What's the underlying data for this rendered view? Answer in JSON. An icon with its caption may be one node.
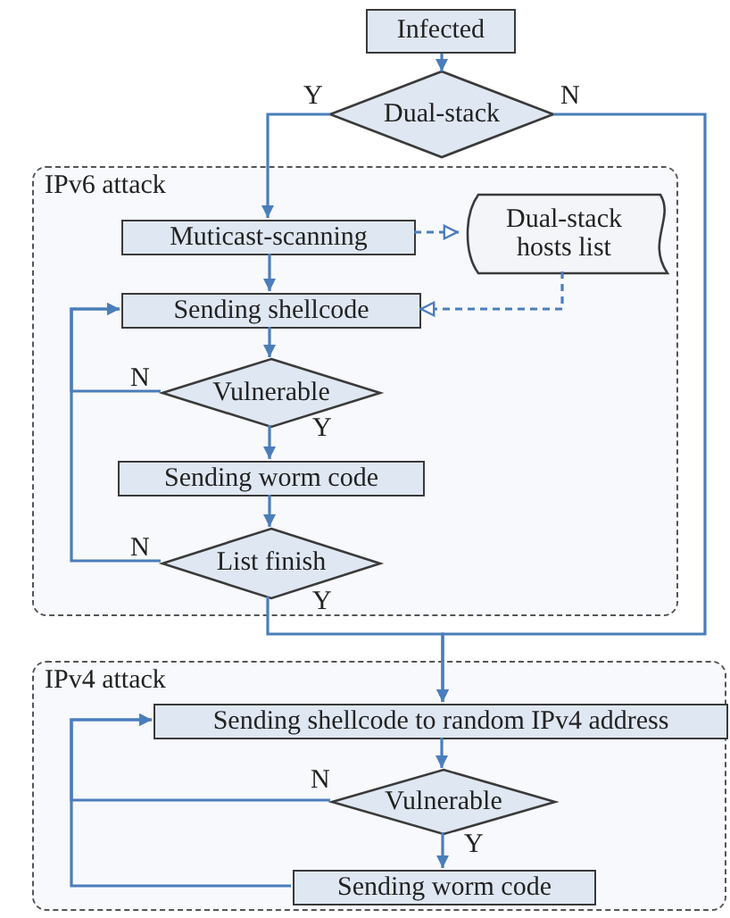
{
  "diagram": {
    "nodes": [
      {
        "text": [
          "Infected"
        ]
      },
      {
        "text": [
          "Dual-stack"
        ]
      },
      {
        "text": [
          "IPv6 attack"
        ]
      },
      {
        "text": [
          "Muticast-scanning"
        ],
        "in": 2
      },
      {
        "text": [
          "Dual-stack hosts list"
        ],
        "in": 2
      },
      {
        "text": [
          "Sending shellcode"
        ],
        "in": 2
      },
      {
        "text": [
          "Vulnerable"
        ],
        "in": 2
      },
      {
        "text": [
          "Sending worm code"
        ],
        "in": 2
      },
      {
        "text": [
          "List finish"
        ],
        "in": 2
      },
      {
        "text": [
          "IPv4 attack"
        ]
      },
      {
        "text": [
          "Sending shellcode to random IPv4 address"
        ],
        "in": 9
      },
      {
        "text": [
          "Vulnerable"
        ],
        "in": 9
      },
      {
        "text": [
          "Sending worm code"
        ],
        "in": 9
      }
    ],
    "edges": [
      {
        "from": 0,
        "to": 1,
        "arrow": "to"
      },
      {
        "from": 1,
        "to": 3,
        "arrow": "to",
        "label": "Y"
      },
      {
        "from": 1,
        "to": 10,
        "arrow": "to",
        "label": "N"
      },
      {
        "from": 3,
        "to": 4,
        "arrow": "to",
        "style": "dashed"
      },
      {
        "from": 4,
        "to": 5,
        "arrow": "to",
        "style": "dashed"
      },
      {
        "from": 3,
        "to": 5,
        "arrow": "to"
      },
      {
        "from": 5,
        "to": 6,
        "arrow": "to"
      },
      {
        "from": 6,
        "to": 7,
        "arrow": "to",
        "label": "Y"
      },
      {
        "from": 6,
        "to": 5,
        "arrow": "to",
        "label": "N"
      },
      {
        "from": 7,
        "to": 8,
        "arrow": "to"
      },
      {
        "from": 8,
        "to": 5,
        "arrow": "to",
        "label": "N"
      },
      {
        "from": 8,
        "to": 10,
        "arrow": "to",
        "label": "Y"
      },
      {
        "from": 10,
        "to": 11,
        "arrow": "to"
      },
      {
        "from": 11,
        "to": 12,
        "arrow": "to",
        "label": "Y"
      },
      {
        "from": 11,
        "to": 10,
        "arrow": "to",
        "label": "N"
      },
      {
        "from": 12,
        "to": 10,
        "arrow": "to"
      }
    ]
  }
}
